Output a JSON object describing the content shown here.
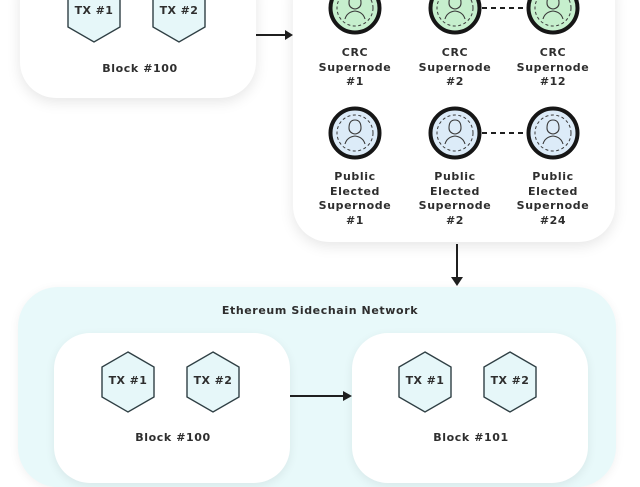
{
  "colors": {
    "hex_fill": "#e6f7f9",
    "hex_stroke": "#2f3f44",
    "crc_fill": "#c6efcd",
    "public_fill": "#dcebf8",
    "node_ring": "#161616",
    "network_bg": "#e8f9fa",
    "arrow": "#1f1f1f"
  },
  "main_chain": {
    "block": {
      "label": "Block #100",
      "transactions": [
        "TX #1",
        "TX #2"
      ]
    }
  },
  "supernodes": {
    "crc": [
      {
        "line1": "CRC",
        "line2": "Supernode",
        "line3": "#1"
      },
      {
        "line1": "CRC",
        "line2": "Supernode",
        "line3": "#2"
      },
      {
        "line1": "CRC",
        "line2": "Supernode",
        "line3": "#12"
      }
    ],
    "public": [
      {
        "line1": "Public",
        "line2": "Elected",
        "line3": "Supernode",
        "line4": "#1"
      },
      {
        "line1": "Public",
        "line2": "Elected",
        "line3": "Supernode",
        "line4": "#2"
      },
      {
        "line1": "Public",
        "line2": "Elected",
        "line3": "Supernode",
        "line4": "#24"
      }
    ]
  },
  "sidechain": {
    "title": "Ethereum Sidechain Network",
    "blocks": [
      {
        "label": "Block #100",
        "transactions": [
          "TX #1",
          "TX #2"
        ]
      },
      {
        "label": "Block #101",
        "transactions": [
          "TX #1",
          "TX #2"
        ]
      }
    ]
  }
}
